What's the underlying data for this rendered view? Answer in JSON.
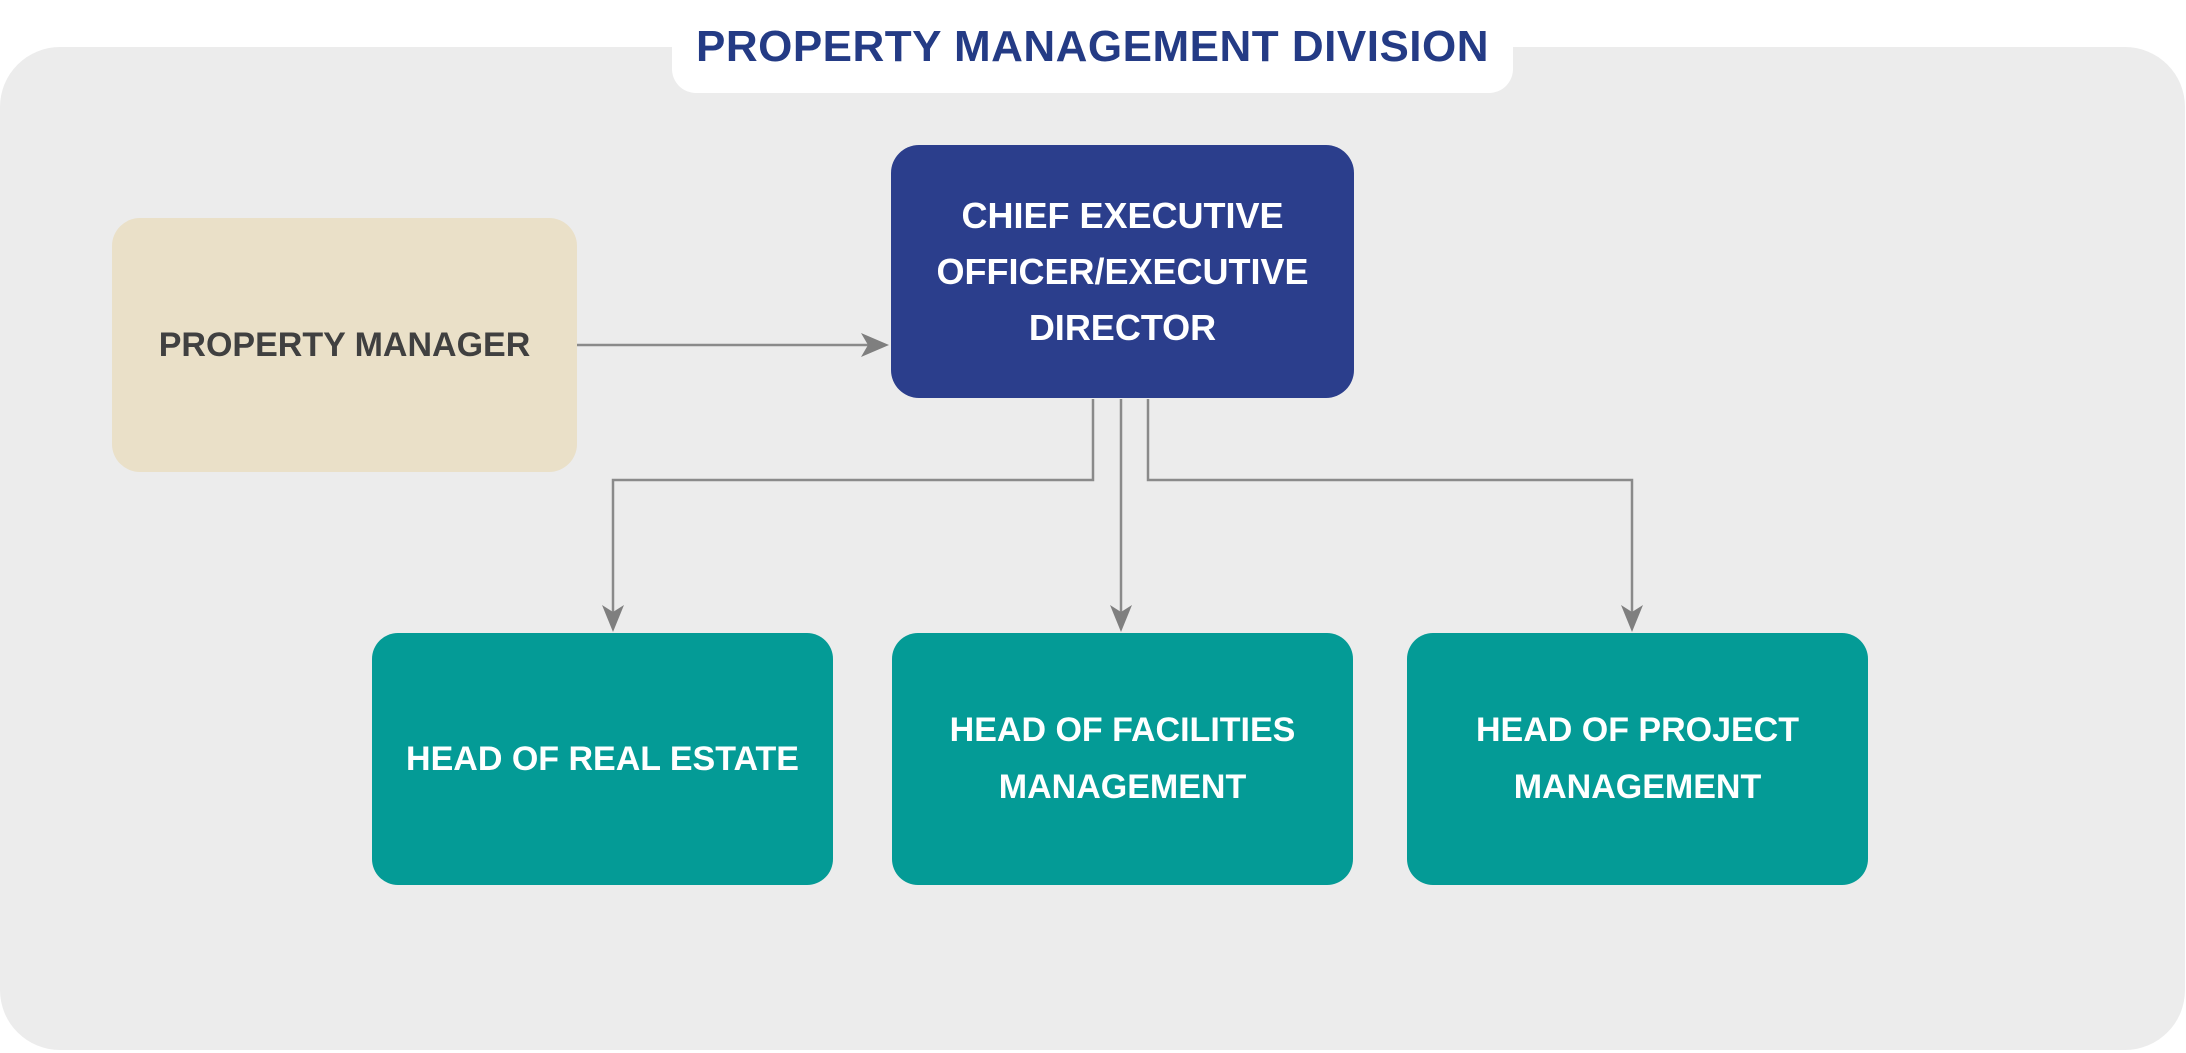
{
  "page": {
    "title": "PROPERTY MANAGEMENT DIVISION"
  },
  "org_chart": {
    "nodes": [
      {
        "id": "property-manager",
        "label": "PROPERTY MANAGER"
      },
      {
        "id": "chief-executive",
        "label": "CHIEF EXECUTIVE OFFICER/EXECUTIVE DIRECTOR"
      },
      {
        "id": "head-real-estate",
        "label": "HEAD OF REAL ESTATE"
      },
      {
        "id": "head-facilities",
        "label": "HEAD OF FACILITIES MANAGEMENT"
      },
      {
        "id": "head-project",
        "label": "HEAD OF PROJECT MANAGEMENT"
      }
    ],
    "edges": [
      {
        "from": "property-manager",
        "to": "chief-executive",
        "style": "arrow"
      },
      {
        "from": "chief-executive",
        "to": "head-real-estate",
        "style": "arrow"
      },
      {
        "from": "chief-executive",
        "to": "head-facilities",
        "style": "arrow"
      },
      {
        "from": "chief-executive",
        "to": "head-project",
        "style": "arrow"
      }
    ]
  },
  "colors": {
    "panel-bg": "#ECECEC",
    "tab-bg": "#FFFFFF",
    "title-color": "#243B85",
    "navy": "#2B3E8C",
    "teal": "#049B96",
    "beige": "#EAE0C8",
    "dark-text": "#404040",
    "arrow": "#8A8A8A",
    "arrow-head": "#7F7F7F"
  }
}
